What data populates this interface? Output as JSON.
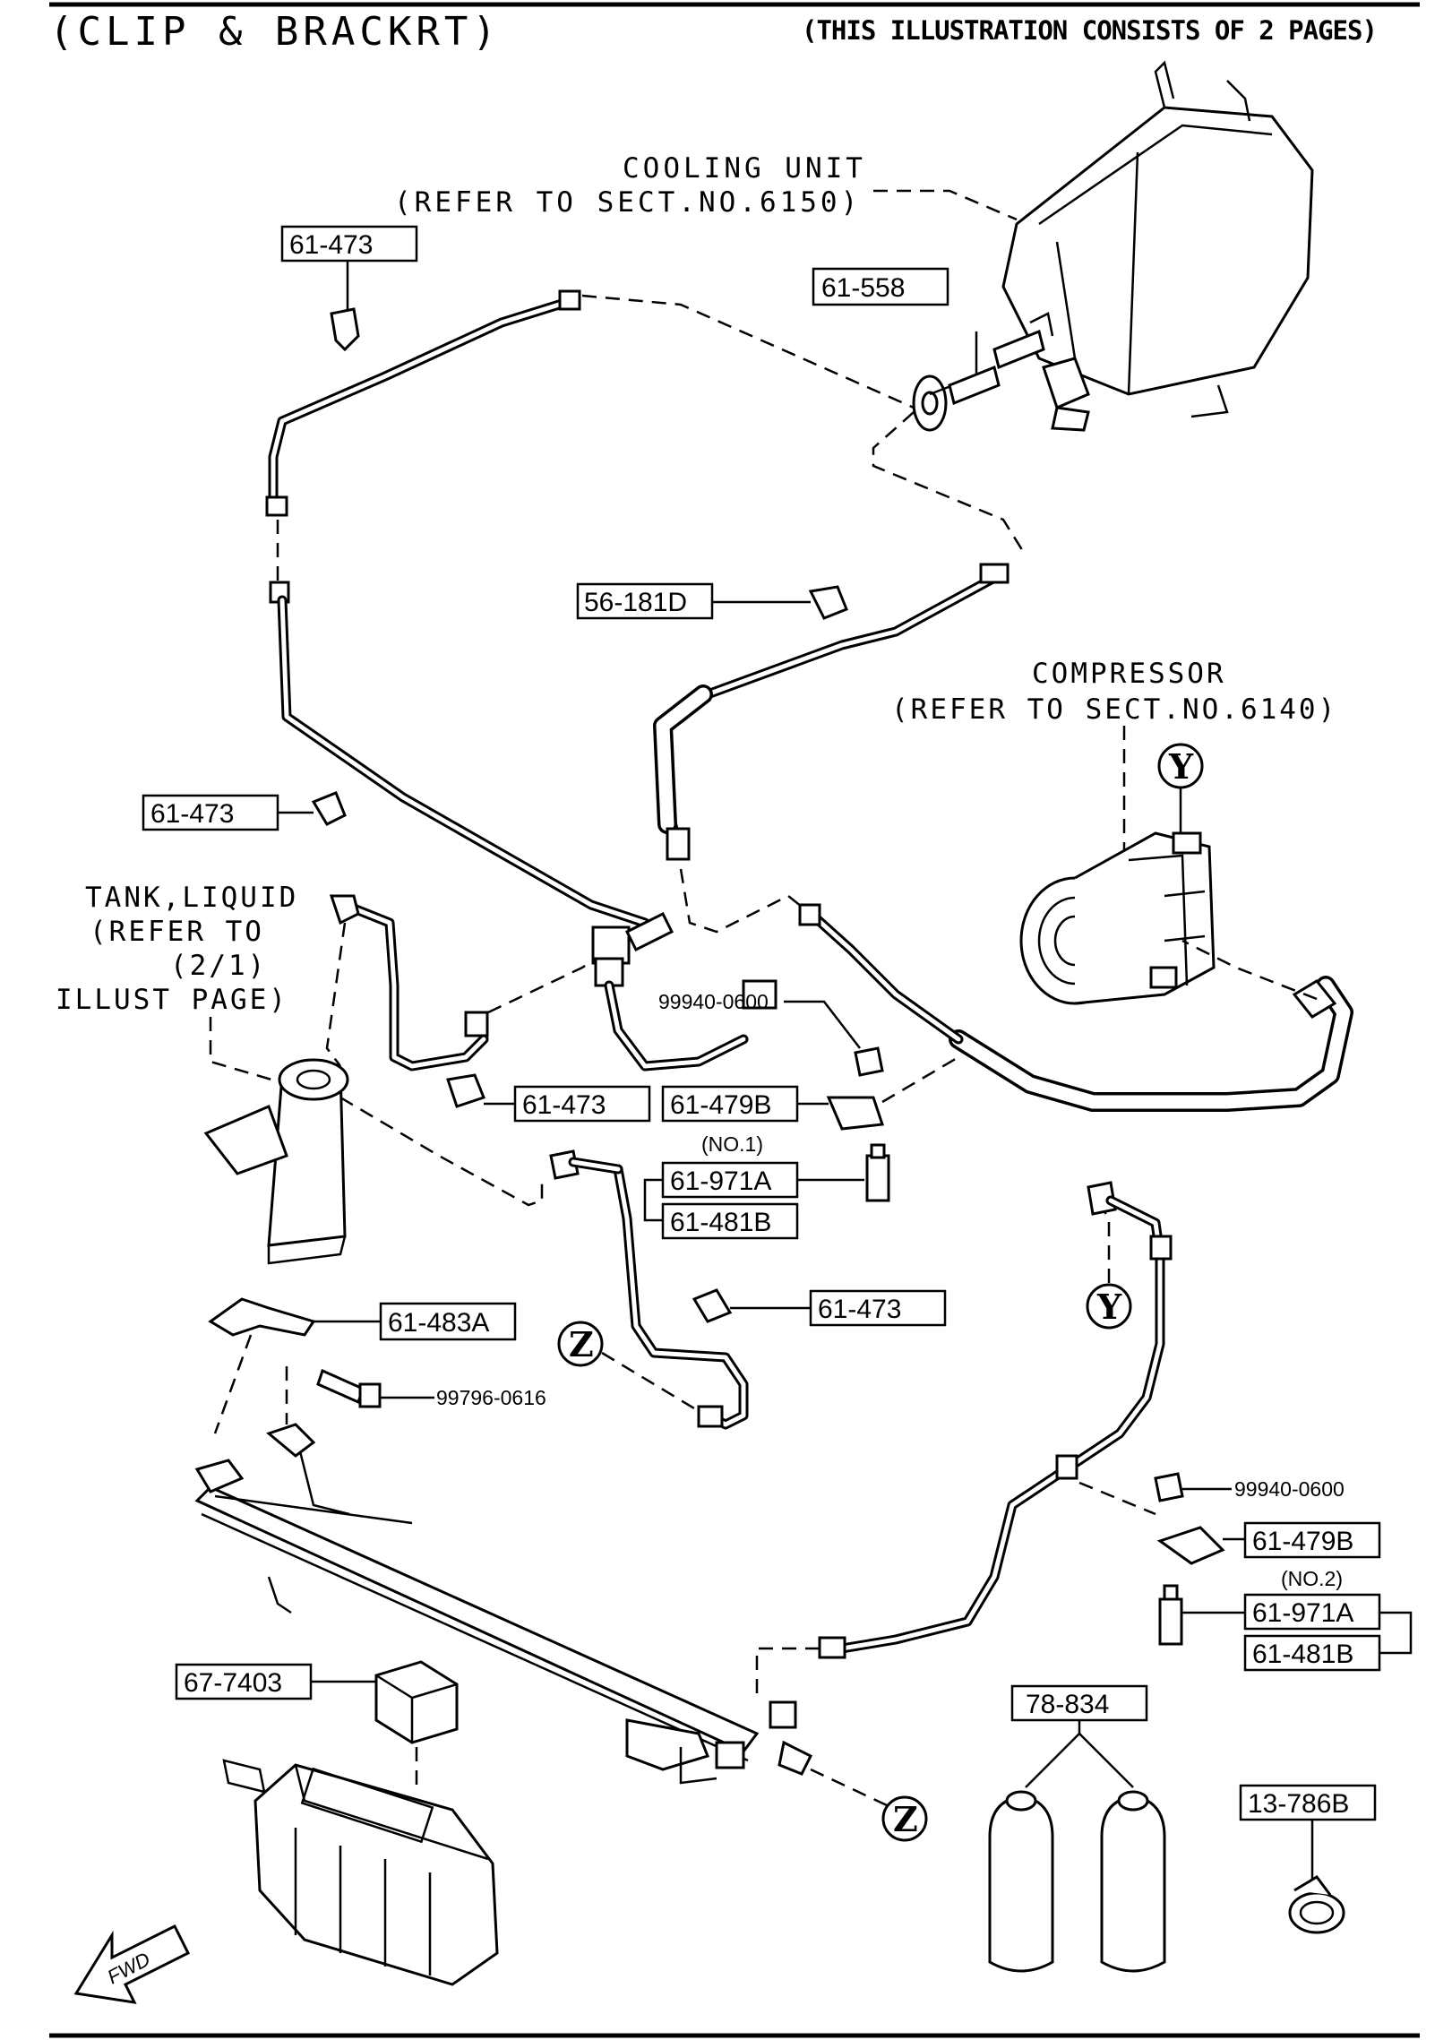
{
  "header": {
    "title": "(CLIP & BRACKRT)",
    "note": "(THIS ILLUSTRATION CONSISTS OF  2 PAGES)"
  },
  "captions": {
    "cooling_unit_1": "COOLING UNIT",
    "cooling_unit_2": "(REFER TO SECT.NO.6150)",
    "compressor_1": "COMPRESSOR",
    "compressor_2": "(REFER TO SECT.NO.6140)",
    "tank_1": "TANK,LIQUID",
    "tank_2": "(REFER TO",
    "tank_3": "(2/1)",
    "tank_4": "ILLUST PAGE)"
  },
  "part_numbers": {
    "p61_473_a": "61-473",
    "p61_558": "61-558",
    "p56_181d": "56-181D",
    "p61_473_b": "61-473",
    "p99940_0600_a": "99940-0600",
    "p61_473_c": "61-473",
    "p61_479b_a": "61-479B",
    "no1": "(NO.1)",
    "p61_971a_a": "61-971A",
    "p61_481b_a": "61-481B",
    "p61_473_d": "61-473",
    "p61_483a": "61-483A",
    "p99796_0616": "99796-0616",
    "p99940_0600_b": "99940-0600",
    "p61_479b_b": "61-479B",
    "no2": "(NO.2)",
    "p61_971a_b": "61-971A",
    "p61_481b_b": "61-481B",
    "p67_7403": "67-7403",
    "p78_834": "78-834",
    "p13_786b": "13-786B"
  },
  "markers": {
    "y_top": "Y",
    "y_mid": "Y",
    "z_left": "Z",
    "z_bottom": "Z"
  },
  "fwd_label": "FWD"
}
